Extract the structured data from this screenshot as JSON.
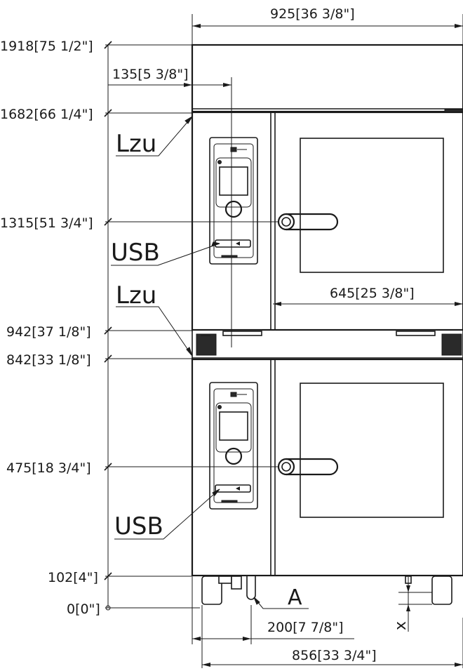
{
  "dimensions": {
    "width_overall": {
      "value": "925",
      "bracket": "36 3/8\""
    },
    "height_total": {
      "value": "1918",
      "bracket": "75 1/2\""
    },
    "panel_offset": {
      "value": "135",
      "bracket": "5 3/8\""
    },
    "upper_top": {
      "value": "1682",
      "bracket": "66 1/4\""
    },
    "upper_handle": {
      "value": "1315",
      "bracket": "51 3/4\""
    },
    "door_width": {
      "value": "645",
      "bracket": "25 3/8\""
    },
    "stack_gap_top": {
      "value": "942",
      "bracket": "37 1/8\""
    },
    "stack_gap_bottom": {
      "value": "842",
      "bracket": "33 1/8\""
    },
    "lower_handle": {
      "value": "475",
      "bracket": "18 3/4\""
    },
    "feet_top": {
      "value": "102",
      "bracket": "4\""
    },
    "floor": {
      "value": "0",
      "bracket": "0\""
    },
    "drain_offset": {
      "value": "200",
      "bracket": "7 7/8\""
    },
    "feet_span": {
      "value": "856",
      "bracket": "33 3/4\""
    }
  },
  "callouts": {
    "lzu_upper": "Lzu",
    "usb_upper": "USB",
    "lzu_lower": "Lzu",
    "usb_lower": "USB",
    "drain_label": "A",
    "foot_adjust": "x"
  }
}
